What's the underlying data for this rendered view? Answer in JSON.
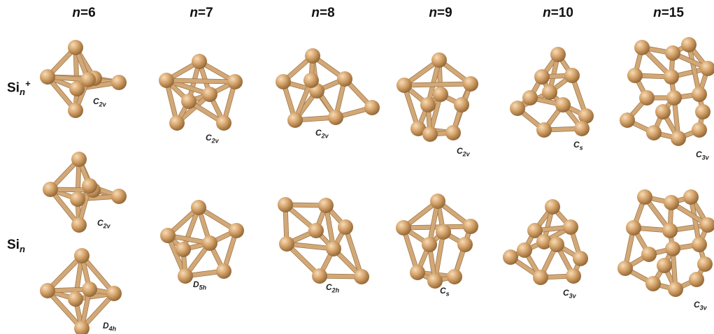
{
  "columns": [
    {
      "n_label": "n",
      "eq": "=6"
    },
    {
      "n_label": "n",
      "eq": "=7"
    },
    {
      "n_label": "n",
      "eq": "=8"
    },
    {
      "n_label": "n",
      "eq": "=9"
    },
    {
      "n_label": "n",
      "eq": "=10"
    },
    {
      "n_label": "n",
      "eq": "=15"
    }
  ],
  "rows": {
    "cation": {
      "base": "Si",
      "sub": "n",
      "sup": "+"
    },
    "neutral": {
      "base": "Si",
      "sub": "n"
    }
  },
  "symmetry": {
    "cation": [
      {
        "letter": "C",
        "sub": "2v"
      },
      {
        "letter": "C",
        "sub": "2v"
      },
      {
        "letter": "C",
        "sub": "2v"
      },
      {
        "letter": "C",
        "sub": "2v"
      },
      {
        "letter": "C",
        "sub": "s"
      },
      {
        "letter": "C",
        "sub": "3v"
      }
    ],
    "neutral": [
      {
        "letter": "C",
        "sub": "2v"
      },
      {
        "letter": "D",
        "sub": "4h"
      },
      {
        "letter": "D",
        "sub": "5h"
      },
      {
        "letter": "C",
        "sub": "2h"
      },
      {
        "letter": "C",
        "sub": "s"
      },
      {
        "letter": "C",
        "sub": "3v"
      },
      {
        "letter": "C",
        "sub": "3v"
      }
    ]
  },
  "colors": {
    "atom": "#d6a46c",
    "atom_highlight": "#f4d7b0",
    "atom_shadow": "#8a5f2e",
    "bond": "#d2a877"
  }
}
